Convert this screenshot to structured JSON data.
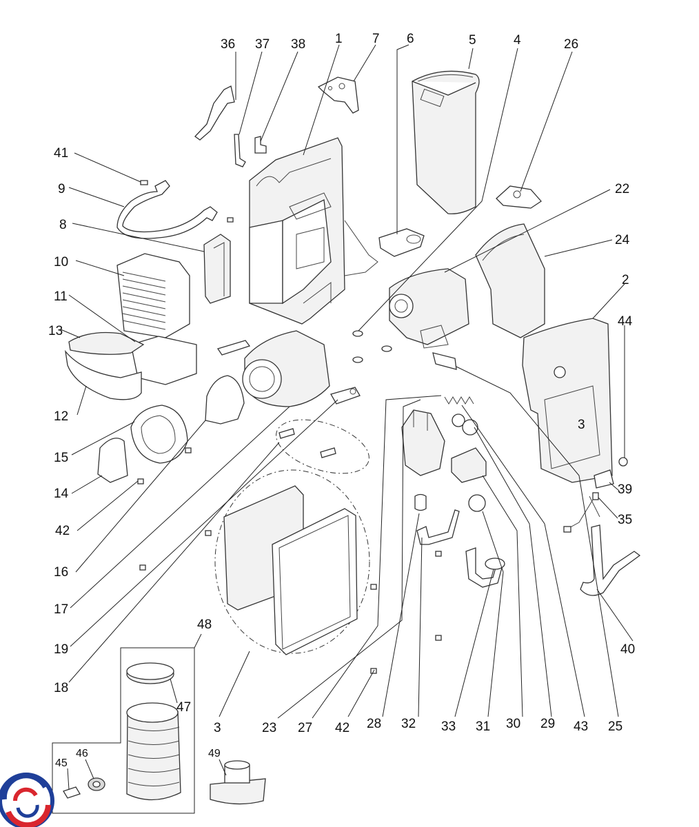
{
  "labels": {
    "l1": "1",
    "l2": "2",
    "l3a": "3",
    "l3b": "3",
    "l4": "4",
    "l5": "5",
    "l6": "6",
    "l7": "7",
    "l8": "8",
    "l9": "9",
    "l10": "10",
    "l11": "11",
    "l12": "12",
    "l13": "13",
    "l14": "14",
    "l15": "15",
    "l16": "16",
    "l17": "17",
    "l18": "18",
    "l19": "19",
    "l22": "22",
    "l23": "23",
    "l24": "24",
    "l25": "25",
    "l26": "26",
    "l27": "27",
    "l28": "28",
    "l29": "29",
    "l30": "30",
    "l31": "31",
    "l32": "32",
    "l33": "33",
    "l35": "35",
    "l36": "36",
    "l37": "37",
    "l38": "38",
    "l39": "39",
    "l40": "40",
    "l41": "41",
    "l42a": "42",
    "l42b": "42",
    "l43": "43",
    "l44": "44",
    "l45": "45",
    "l46": "46",
    "l47": "47",
    "l48": "48",
    "l49": "49"
  },
  "colors": {
    "logo_blue": "#1f3f99",
    "logo_red": "#d9262e",
    "line": "#222222"
  }
}
